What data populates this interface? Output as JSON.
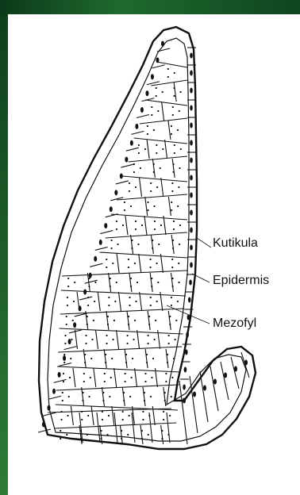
{
  "labels": {
    "kutikula": "Kutikula",
    "epidermis": "Epidermis",
    "mezofyl": "Mezofyl"
  },
  "colors": {
    "frame_dark": "#0d3d1c",
    "frame_light": "#2f7d36",
    "ink": "#111111",
    "background": "#ffffff"
  }
}
